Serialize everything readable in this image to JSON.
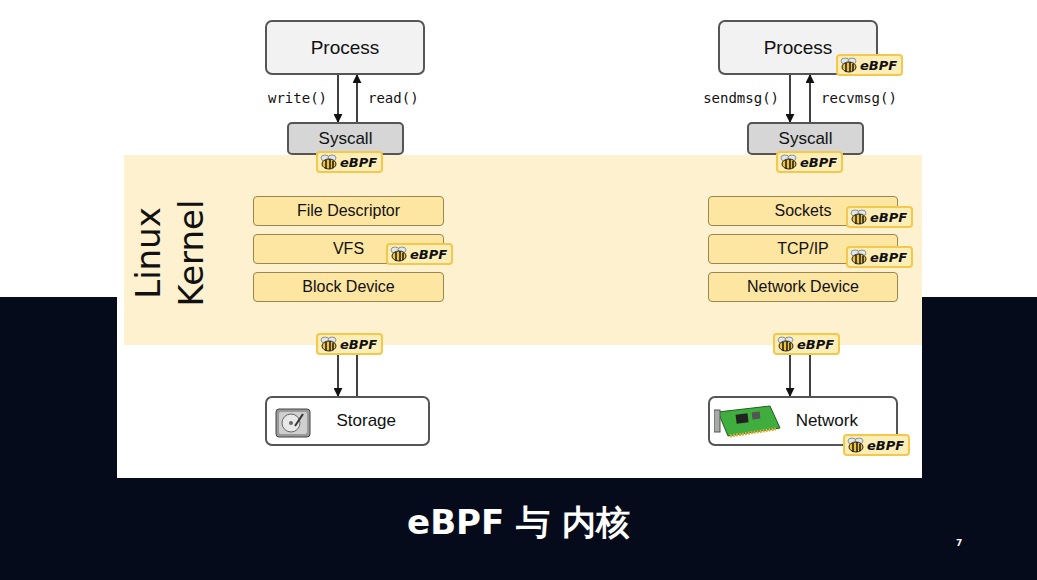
{
  "diagram": {
    "title": "eBPF 与 内核",
    "nodes": [
      {
        "text": [
          "Process"
        ]
      },
      {
        "text": [
          "Syscall"
        ]
      },
      {
        "text": [
          "Linux Kernel"
        ]
      },
      {
        "text": [
          "File Descriptor"
        ],
        "in": 2
      },
      {
        "text": [
          "VFS"
        ],
        "in": 2
      },
      {
        "text": [
          "Block Device"
        ],
        "in": 2
      },
      {
        "text": [
          "Storage"
        ]
      },
      {
        "text": [
          "Process"
        ]
      },
      {
        "text": [
          "Syscall"
        ]
      },
      {
        "text": [
          "Sockets"
        ],
        "in": 2
      },
      {
        "text": [
          "TCP/IP"
        ],
        "in": 2
      },
      {
        "text": [
          "Network Device"
        ],
        "in": 2
      },
      {
        "text": [
          "Network"
        ]
      }
    ],
    "edges": [
      {
        "from": 0,
        "to": 1,
        "label": "write()",
        "arrow": "to"
      },
      {
        "from": 1,
        "to": 0,
        "label": "read()",
        "arrow": "to"
      },
      {
        "from": 1,
        "to": 3,
        "arrow": "to"
      },
      {
        "from": 3,
        "to": 1,
        "arrow": "none"
      },
      {
        "from": 5,
        "to": 6,
        "arrow": "to"
      },
      {
        "from": 6,
        "to": 5,
        "arrow": "to"
      },
      {
        "from": 7,
        "to": 8,
        "label": "sendmsg()",
        "arrow": "to"
      },
      {
        "from": 8,
        "to": 7,
        "label": "recvmsg()",
        "arrow": "to"
      },
      {
        "from": 8,
        "to": 9,
        "arrow": "to"
      },
      {
        "from": 9,
        "to": 8,
        "arrow": "none"
      },
      {
        "from": 11,
        "to": 12,
        "arrow": "to"
      },
      {
        "from": 12,
        "to": 11,
        "arrow": "to"
      }
    ],
    "labels": [
      "eBPF",
      "eBPF",
      "eBPF",
      "eBPF",
      "eBPF",
      "eBPF",
      "eBPF",
      "eBPF",
      "eBPF",
      "7"
    ]
  }
}
